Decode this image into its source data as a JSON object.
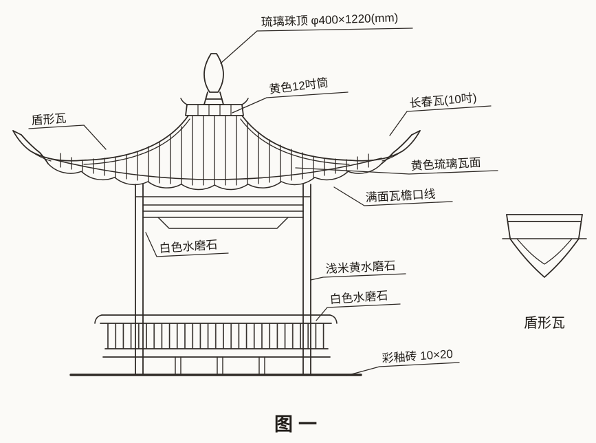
{
  "figure": {
    "caption": "图一",
    "detail_caption": "盾形瓦"
  },
  "labels": {
    "finial": "琉璃珠顶 φ400×1220(mm)",
    "ridge_tube": "黄色12吋筒",
    "long_tile": "长春瓦(10吋)",
    "shield_tile": "盾形瓦",
    "glazed_surface": "黄色琉璃瓦面",
    "eave_line": "满面瓦檐口线",
    "white_terrazzo_beam": "白色水磨石",
    "beige_terrazzo_column": "浅米黄水磨石",
    "white_terrazzo_rail": "白色水磨石",
    "glazed_brick": "彩釉砖 10×20"
  },
  "colors": {
    "ink": "#2f2a26",
    "paper": "#fbfaf7"
  }
}
